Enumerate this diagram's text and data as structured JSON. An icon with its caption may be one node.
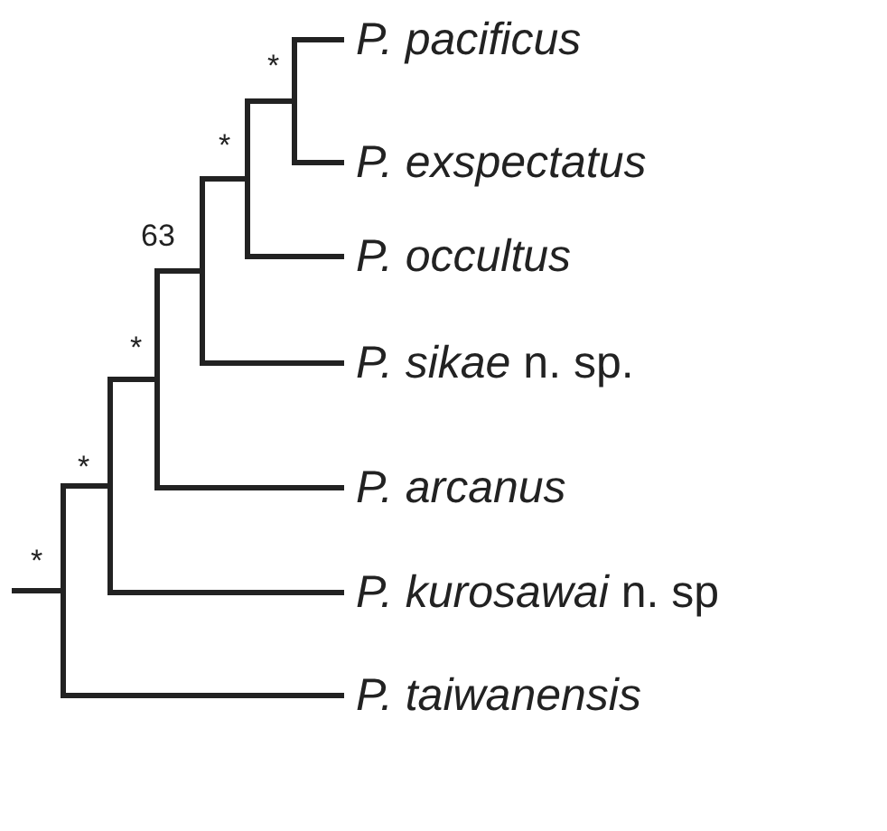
{
  "diagram": {
    "nodes": [
      {
        "text": [
          "P. pacificus"
        ]
      },
      {
        "text": [
          "P. exspectatus"
        ]
      },
      {
        "text": [
          "P. occultus"
        ]
      },
      {
        "text": [
          "*P. sikae* n. sp."
        ]
      },
      {
        "text": [
          "P. arcanus"
        ]
      },
      {
        "text": [
          "*P. kurosawai* n. sp"
        ]
      },
      {
        "text": [
          "P. taiwanensis"
        ]
      }
    ],
    "labels": [
      "*",
      "*",
      "63",
      "*",
      "*",
      "*"
    ]
  }
}
